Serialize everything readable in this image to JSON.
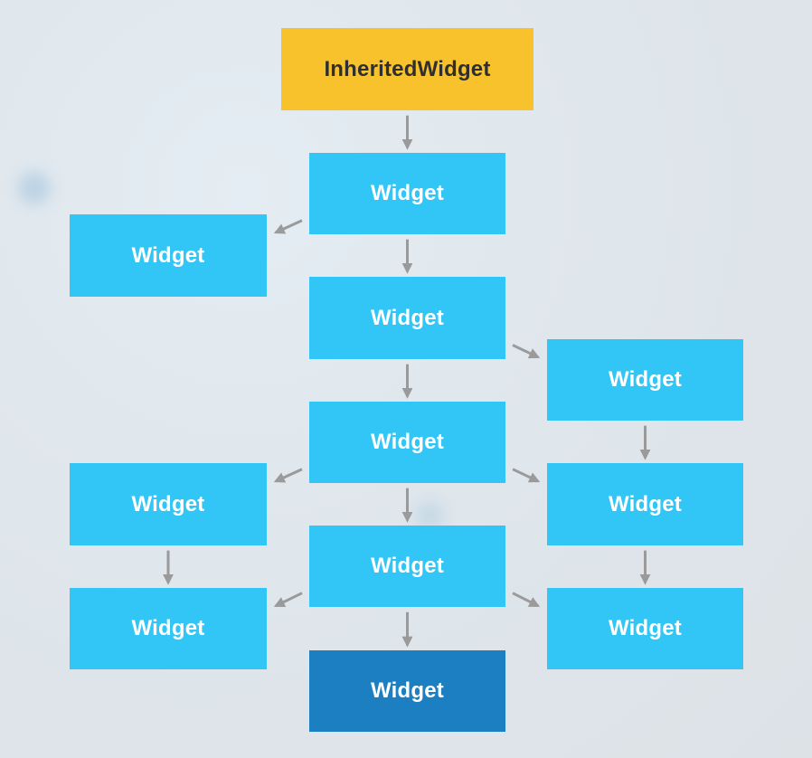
{
  "colors": {
    "background": "#dfe6ec",
    "root_fill": "#f8c22c",
    "root_text": "#2f2f2f",
    "widget_fill": "#32c6f7",
    "highlight_fill": "#1b7fc1",
    "arrow": "#9a9a9a"
  },
  "nodes": [
    {
      "id": "root",
      "label": "InheritedWidget"
    },
    {
      "id": "c1",
      "label": "Widget"
    },
    {
      "id": "l1",
      "label": "Widget"
    },
    {
      "id": "c2",
      "label": "Widget"
    },
    {
      "id": "r1",
      "label": "Widget"
    },
    {
      "id": "c3",
      "label": "Widget"
    },
    {
      "id": "l2",
      "label": "Widget"
    },
    {
      "id": "r2",
      "label": "Widget"
    },
    {
      "id": "c4",
      "label": "Widget"
    },
    {
      "id": "l3",
      "label": "Widget"
    },
    {
      "id": "r3",
      "label": "Widget"
    },
    {
      "id": "c5",
      "label": "Widget"
    }
  ],
  "edges": [
    {
      "from": "root",
      "to": "c1"
    },
    {
      "from": "c1",
      "to": "l1"
    },
    {
      "from": "c1",
      "to": "c2"
    },
    {
      "from": "c2",
      "to": "r1"
    },
    {
      "from": "c2",
      "to": "c3"
    },
    {
      "from": "r1",
      "to": "r2"
    },
    {
      "from": "c3",
      "to": "l2"
    },
    {
      "from": "c3",
      "to": "r2"
    },
    {
      "from": "c3",
      "to": "c4"
    },
    {
      "from": "l2",
      "to": "l3"
    },
    {
      "from": "r2",
      "to": "r3"
    },
    {
      "from": "c4",
      "to": "l3"
    },
    {
      "from": "c4",
      "to": "r3"
    },
    {
      "from": "c4",
      "to": "c5"
    }
  ]
}
